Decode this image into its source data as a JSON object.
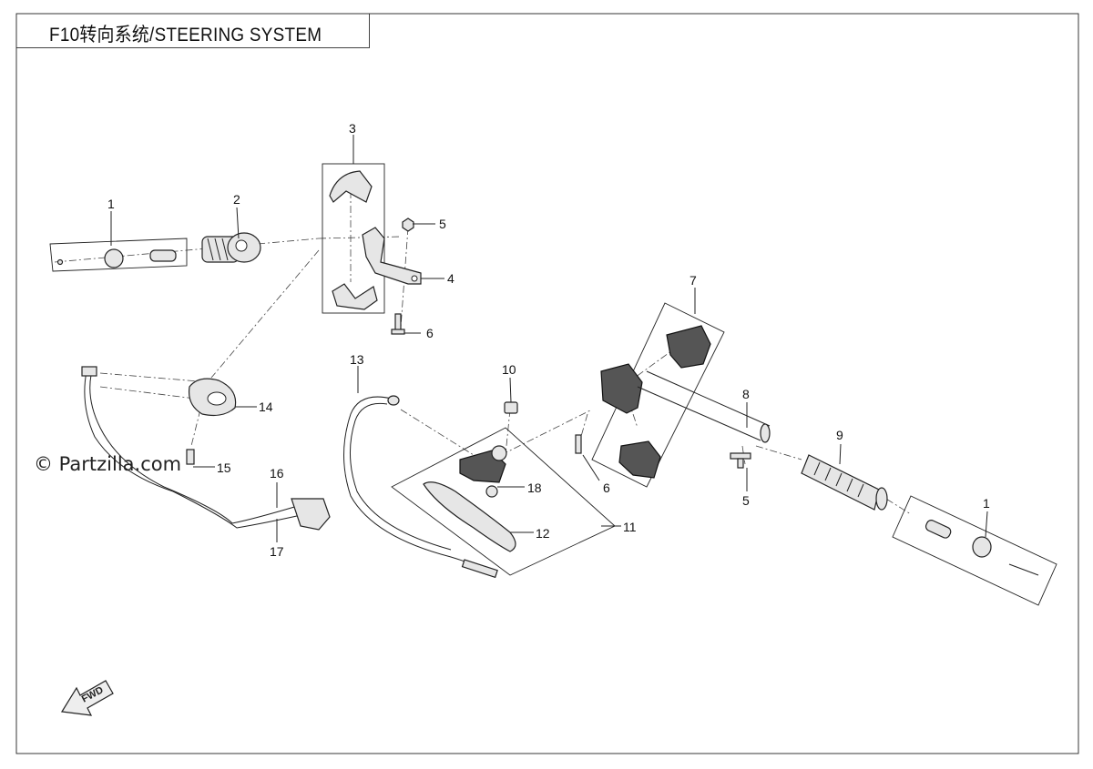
{
  "title": "F10转向系统/STEERING SYSTEM",
  "watermark": "© Partzilla.com",
  "fwd_label": "FWD",
  "callouts": [
    {
      "id": "c1a",
      "text": "1"
    },
    {
      "id": "c2",
      "text": "2"
    },
    {
      "id": "c3",
      "text": "3"
    },
    {
      "id": "c4",
      "text": "4"
    },
    {
      "id": "c5a",
      "text": "5"
    },
    {
      "id": "c6a",
      "text": "6"
    },
    {
      "id": "c7",
      "text": "7"
    },
    {
      "id": "c8",
      "text": "8"
    },
    {
      "id": "c9",
      "text": "9"
    },
    {
      "id": "c5b",
      "text": "5"
    },
    {
      "id": "c1b",
      "text": "1"
    },
    {
      "id": "c10",
      "text": "10"
    },
    {
      "id": "c13",
      "text": "13"
    },
    {
      "id": "c14",
      "text": "14"
    },
    {
      "id": "c15",
      "text": "15"
    },
    {
      "id": "c16",
      "text": "16"
    },
    {
      "id": "c17",
      "text": "17"
    },
    {
      "id": "c18",
      "text": "18"
    },
    {
      "id": "c12",
      "text": "12"
    },
    {
      "id": "c11",
      "text": "11"
    },
    {
      "id": "c6b",
      "text": "6"
    }
  ]
}
